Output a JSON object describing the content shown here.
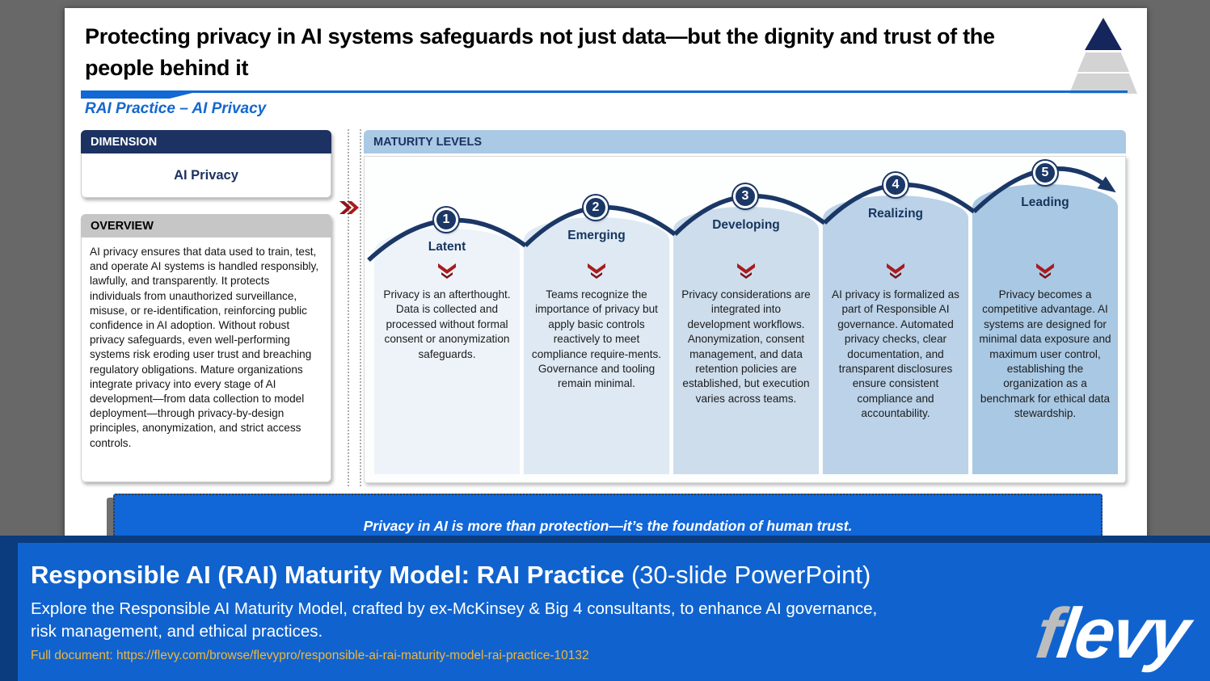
{
  "slide": {
    "title": "Protecting privacy in AI systems safeguards not just data—but the dignity and trust of the people behind it",
    "subtitle": "RAI Practice – AI Privacy",
    "dimension": {
      "header": "DIMENSION",
      "value": "AI Privacy"
    },
    "overview": {
      "header": "OVERVIEW",
      "body": "AI privacy ensures that data used to train, test, and operate AI systems is handled responsibly, lawfully, and transparently. It protects individuals from unauthorized surveillance, misuse, or re-identification, reinforcing public confidence in AI adoption. Without robust privacy safeguards, even well-performing systems risk eroding user trust and breaching regulatory obligations. Mature organizations integrate privacy into every stage of AI development—from data collection to model deployment—through privacy-by-design principles, anonymization, and strict access controls."
    },
    "maturity": {
      "header": "MATURITY LEVELS",
      "levels": [
        {
          "number": "1",
          "title": "Latent",
          "description": "Privacy is an afterthought. Data is collected and processed without formal consent or anonymization safeguards."
        },
        {
          "number": "2",
          "title": "Emerging",
          "description": "Teams recognize the importance of privacy but apply basic controls reactively to meet compliance require-ments. Governance and tooling remain minimal."
        },
        {
          "number": "3",
          "title": "Developing",
          "description": "Privacy considerations are integrated into development workflows. Anonymization, consent management, and data retention policies are established, but execution varies across teams."
        },
        {
          "number": "4",
          "title": "Realizing",
          "description": "AI privacy is formalized as part of Responsible AI governance. Automated privacy checks, clear documentation, and transparent disclosures ensure consistent compliance and accountability."
        },
        {
          "number": "5",
          "title": "Leading",
          "description": "Privacy becomes a competitive advantage. AI systems are designed for minimal data exposure and maximum user control, establishing the organization as a benchmark for ethical data stewardship."
        }
      ]
    },
    "banner": "Privacy in AI is more than protection—it’s the foundation of human trust."
  },
  "footer": {
    "title_bold": "Responsible AI (RAI) Maturity Model: RAI Practice",
    "title_regular": " (30-slide PowerPoint)",
    "description": "Explore the Responsible AI Maturity Model, crafted by ex-McKinsey & Big 4 consultants, to enhance AI governance, risk management, and ethical practices.",
    "link": "Full document: https://flevy.com/browse/flevypro/responsible-ai-rai-maturity-model-rai-practice-10132",
    "logo": {
      "f": "f",
      "levy": "levy"
    }
  },
  "colors": {
    "navy": "#1B3766",
    "accent_blue": "#1268D4",
    "maturity_header_bg": "#A9C9E4",
    "footer_blue": "#1063CE",
    "footer_border_navy": "#0A3C7E",
    "link_gold": "#EFB63D",
    "chevron_red": "#A81B1E"
  }
}
